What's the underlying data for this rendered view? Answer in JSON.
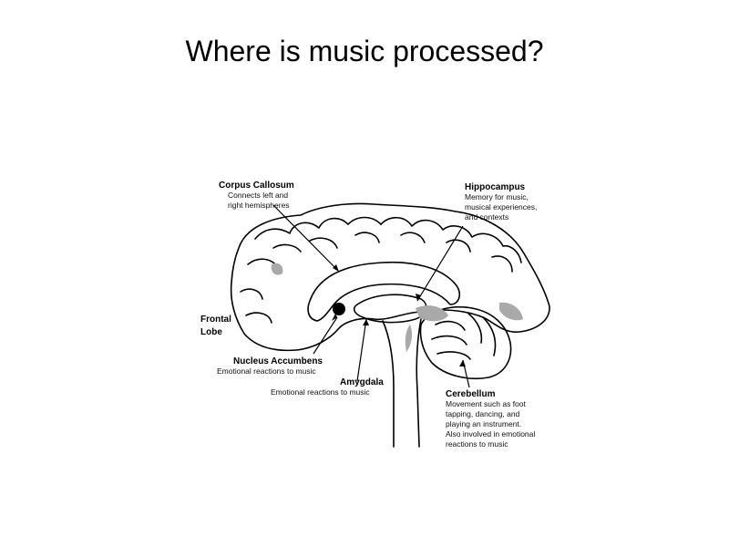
{
  "slide": {
    "title": "Where is music processed?"
  },
  "labels": {
    "corpus_callosum": {
      "name": "Corpus Callosum",
      "desc": [
        "Connects left and",
        "right hemispheres"
      ]
    },
    "hippocampus": {
      "name": "Hippocampus",
      "desc": [
        "Memory for music,",
        "musical experiences,",
        "and contexts"
      ]
    },
    "frontal_lobe": {
      "name": [
        "Frontal",
        "Lobe"
      ]
    },
    "nucleus_accumbens": {
      "name": "Nucleus Accumbens",
      "desc": [
        "Emotional reactions to music"
      ]
    },
    "amygdala": {
      "name": "Amygdala",
      "desc": [
        "Emotional reactions to music"
      ]
    },
    "cerebellum": {
      "name": "Cerebellum",
      "desc": [
        "Movement such as foot",
        "tapping, dancing, and",
        "playing an instrument.",
        "Also involved in emotional",
        "reactions to music"
      ]
    }
  }
}
